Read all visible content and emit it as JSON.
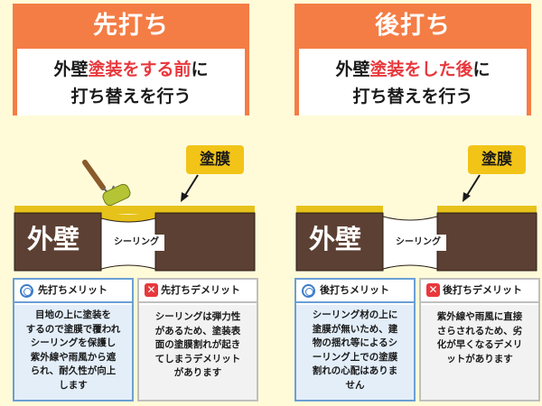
{
  "colors": {
    "background": "#fffbd9",
    "header": "#f47d45",
    "accent_red": "#e8383d",
    "coating": "#e6c21a",
    "wall": "#5c4033",
    "merit_border": "#6b9fd6",
    "merit_bg": "#e3eef9",
    "demerit_bg": "#f2f2f2"
  },
  "left": {
    "title": "先打ち",
    "desc_line1_pre": "外壁",
    "desc_line1_red": "塗装をする前",
    "desc_line1_post": "に",
    "desc_line2": "打ち替えを行う",
    "wall_label": "外壁",
    "sealing_label": "シーリング",
    "film_label": "塗膜",
    "merit_title": "先打ちメリット",
    "merit_lines": [
      "目地の上に塗装を",
      "するので塗膜で覆われ",
      "シーリングを保護し",
      "紫外線や雨風から遮",
      "られ、耐久性が向上",
      "します"
    ],
    "demerit_title": "先打ちデメリット",
    "demerit_lines": [
      "シーリングは弾力性",
      "があるため、塗装表",
      "面の塗膜割れが起き",
      "てしまうデメリット",
      "があります"
    ]
  },
  "right": {
    "title": "後打ち",
    "desc_line1_pre": "外壁",
    "desc_line1_red": "塗装をした後",
    "desc_line1_post": "に",
    "desc_line2": "打ち替えを行う",
    "wall_label": "外壁",
    "sealing_label": "シーリング",
    "film_label": "塗膜",
    "merit_title": "後打ちメリット",
    "merit_lines": [
      "シーリング材の上に",
      "塗膜が無いため、建",
      "物の揺れ等によるシ",
      "ーリング上での塗膜",
      "割れの心配はありま",
      "せん"
    ],
    "demerit_title": "後打ちデメリット",
    "demerit_lines": [
      "紫外線や雨風に直接",
      "さらされるため、劣",
      "化が早くなるデメリ",
      "ットがあります"
    ]
  }
}
